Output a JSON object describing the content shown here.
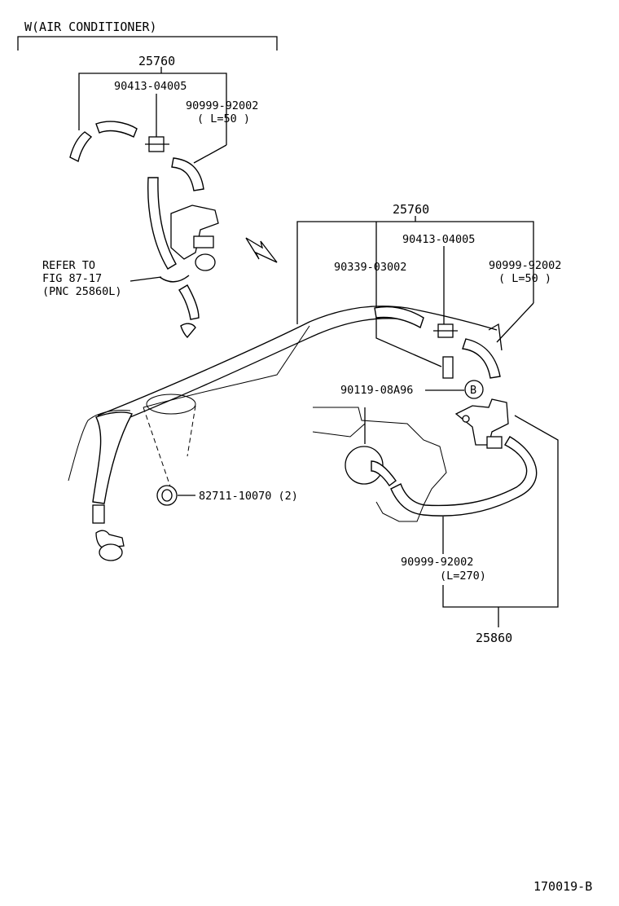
{
  "header": {
    "variant_label": "W(AIR CONDITIONER)"
  },
  "upper_group": {
    "assembly": "25760",
    "part_a": "90413-04005",
    "part_b": "90999-92002",
    "part_b_length": "( L=50 )",
    "refer_line1": "REFER TO",
    "refer_line2": "FIG 87-17",
    "refer_line3": "(PNC 25860L)"
  },
  "lower_group": {
    "assembly": "25760",
    "part_a": "90413-04005",
    "part_c": "90339-03002",
    "part_b": "90999-92002",
    "part_b_length": "( L=50 )",
    "part_d": "90119-08A96",
    "marker_b": "B",
    "part_e": "82711-10070 (2)",
    "part_f": "90999-92002",
    "part_f_length": "(L=270)",
    "assembly_2": "25860"
  },
  "footer": {
    "figure_code": "170019-B"
  }
}
